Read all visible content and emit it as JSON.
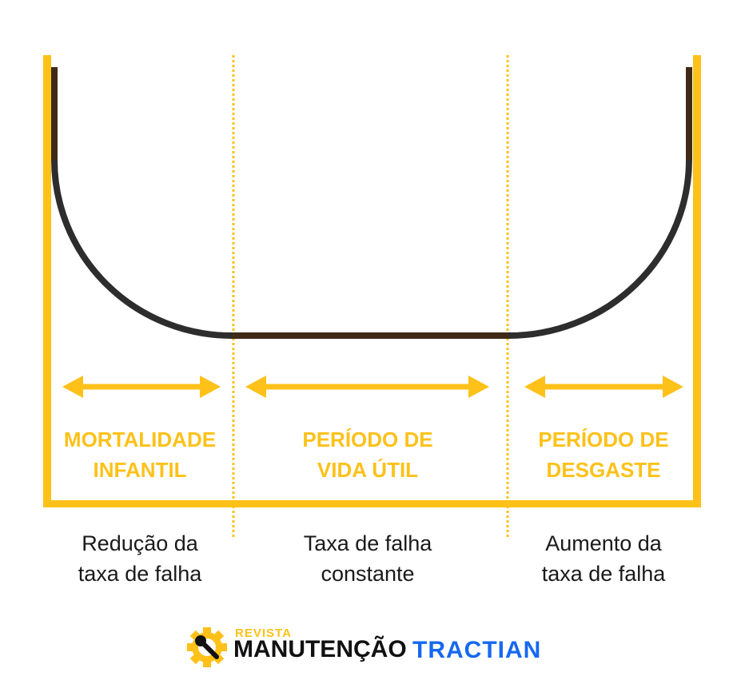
{
  "phases": [
    {
      "title_line1": "MORTALIDADE",
      "title_line2": "INFANTIL",
      "desc_line1": "Redução da",
      "desc_line2": "taxa de falha"
    },
    {
      "title_line1": "PERÍODO DE",
      "title_line2": "VIDA ÚTIL",
      "desc_line1": "Taxa de falha",
      "desc_line2": "constante"
    },
    {
      "title_line1": "PERÍODO DE",
      "title_line2": "DESGASTE",
      "desc_line1": "Aumento da",
      "desc_line2": "taxa de falha"
    }
  ],
  "logos": {
    "revista": "REVISTA",
    "manutencao": "MANUTENÇÃO",
    "tractian": "TRACTIAN"
  },
  "colors": {
    "accent": "#FDC119",
    "curve": "#2d2d2d",
    "curve_flat": "#3f2a17",
    "brand_blue": "#1668F0"
  }
}
